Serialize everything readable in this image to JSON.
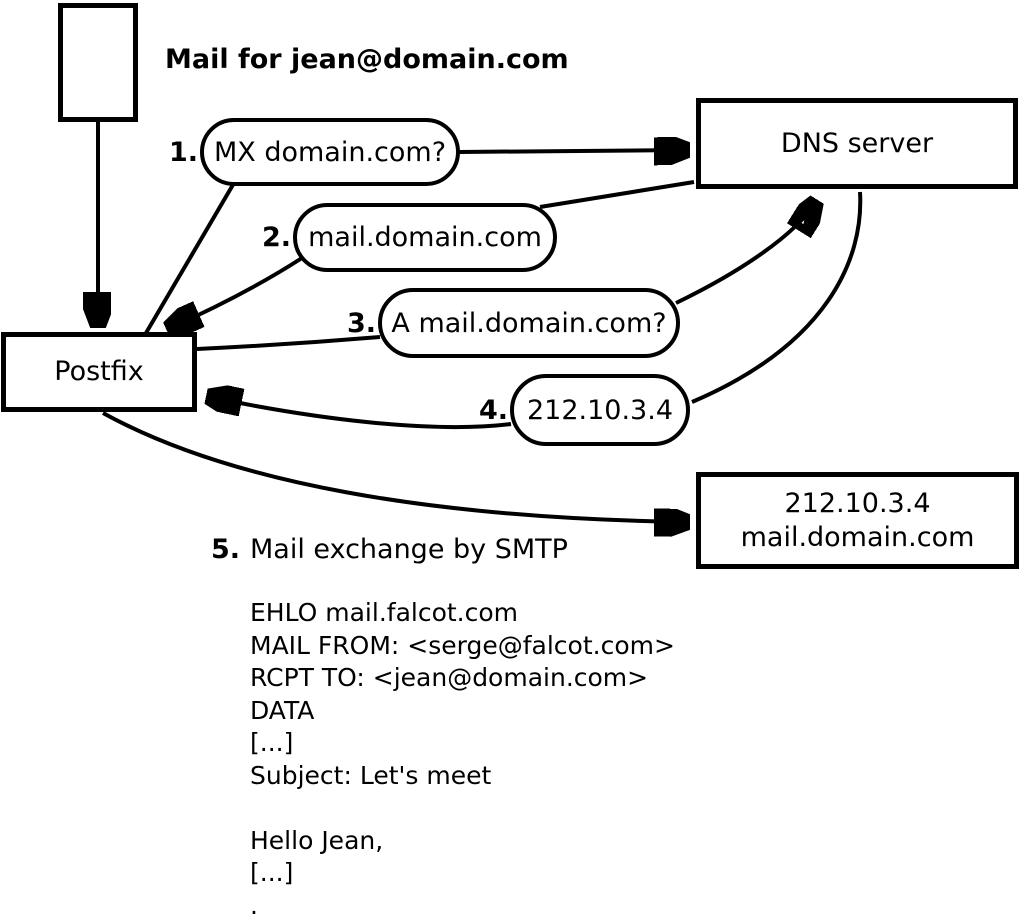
{
  "diagram": {
    "mail_label": "Mail for jean@domain.com",
    "nodes": {
      "postfix": "Postfix",
      "dns_server": "DNS server",
      "mail_server_line1": "212.10.3.4",
      "mail_server_line2": "mail.domain.com"
    },
    "steps": [
      {
        "num": "1.",
        "text": "MX domain.com?"
      },
      {
        "num": "2.",
        "text": "mail.domain.com"
      },
      {
        "num": "3.",
        "text": "A mail.domain.com?"
      },
      {
        "num": "4.",
        "text": "212.10.3.4"
      },
      {
        "num": "5.",
        "text": "Mail exchange by SMTP"
      }
    ],
    "smtp_session": [
      "EHLO mail.falcot.com",
      "MAIL FROM: <serge@falcot.com>",
      "RCPT TO: <jean@domain.com>",
      "DATA",
      "[...]",
      "Subject: Let's meet",
      "",
      "Hello Jean,",
      "[...]",
      "."
    ],
    "colors": {
      "ink": "#000000",
      "background": "#ffffff"
    }
  }
}
